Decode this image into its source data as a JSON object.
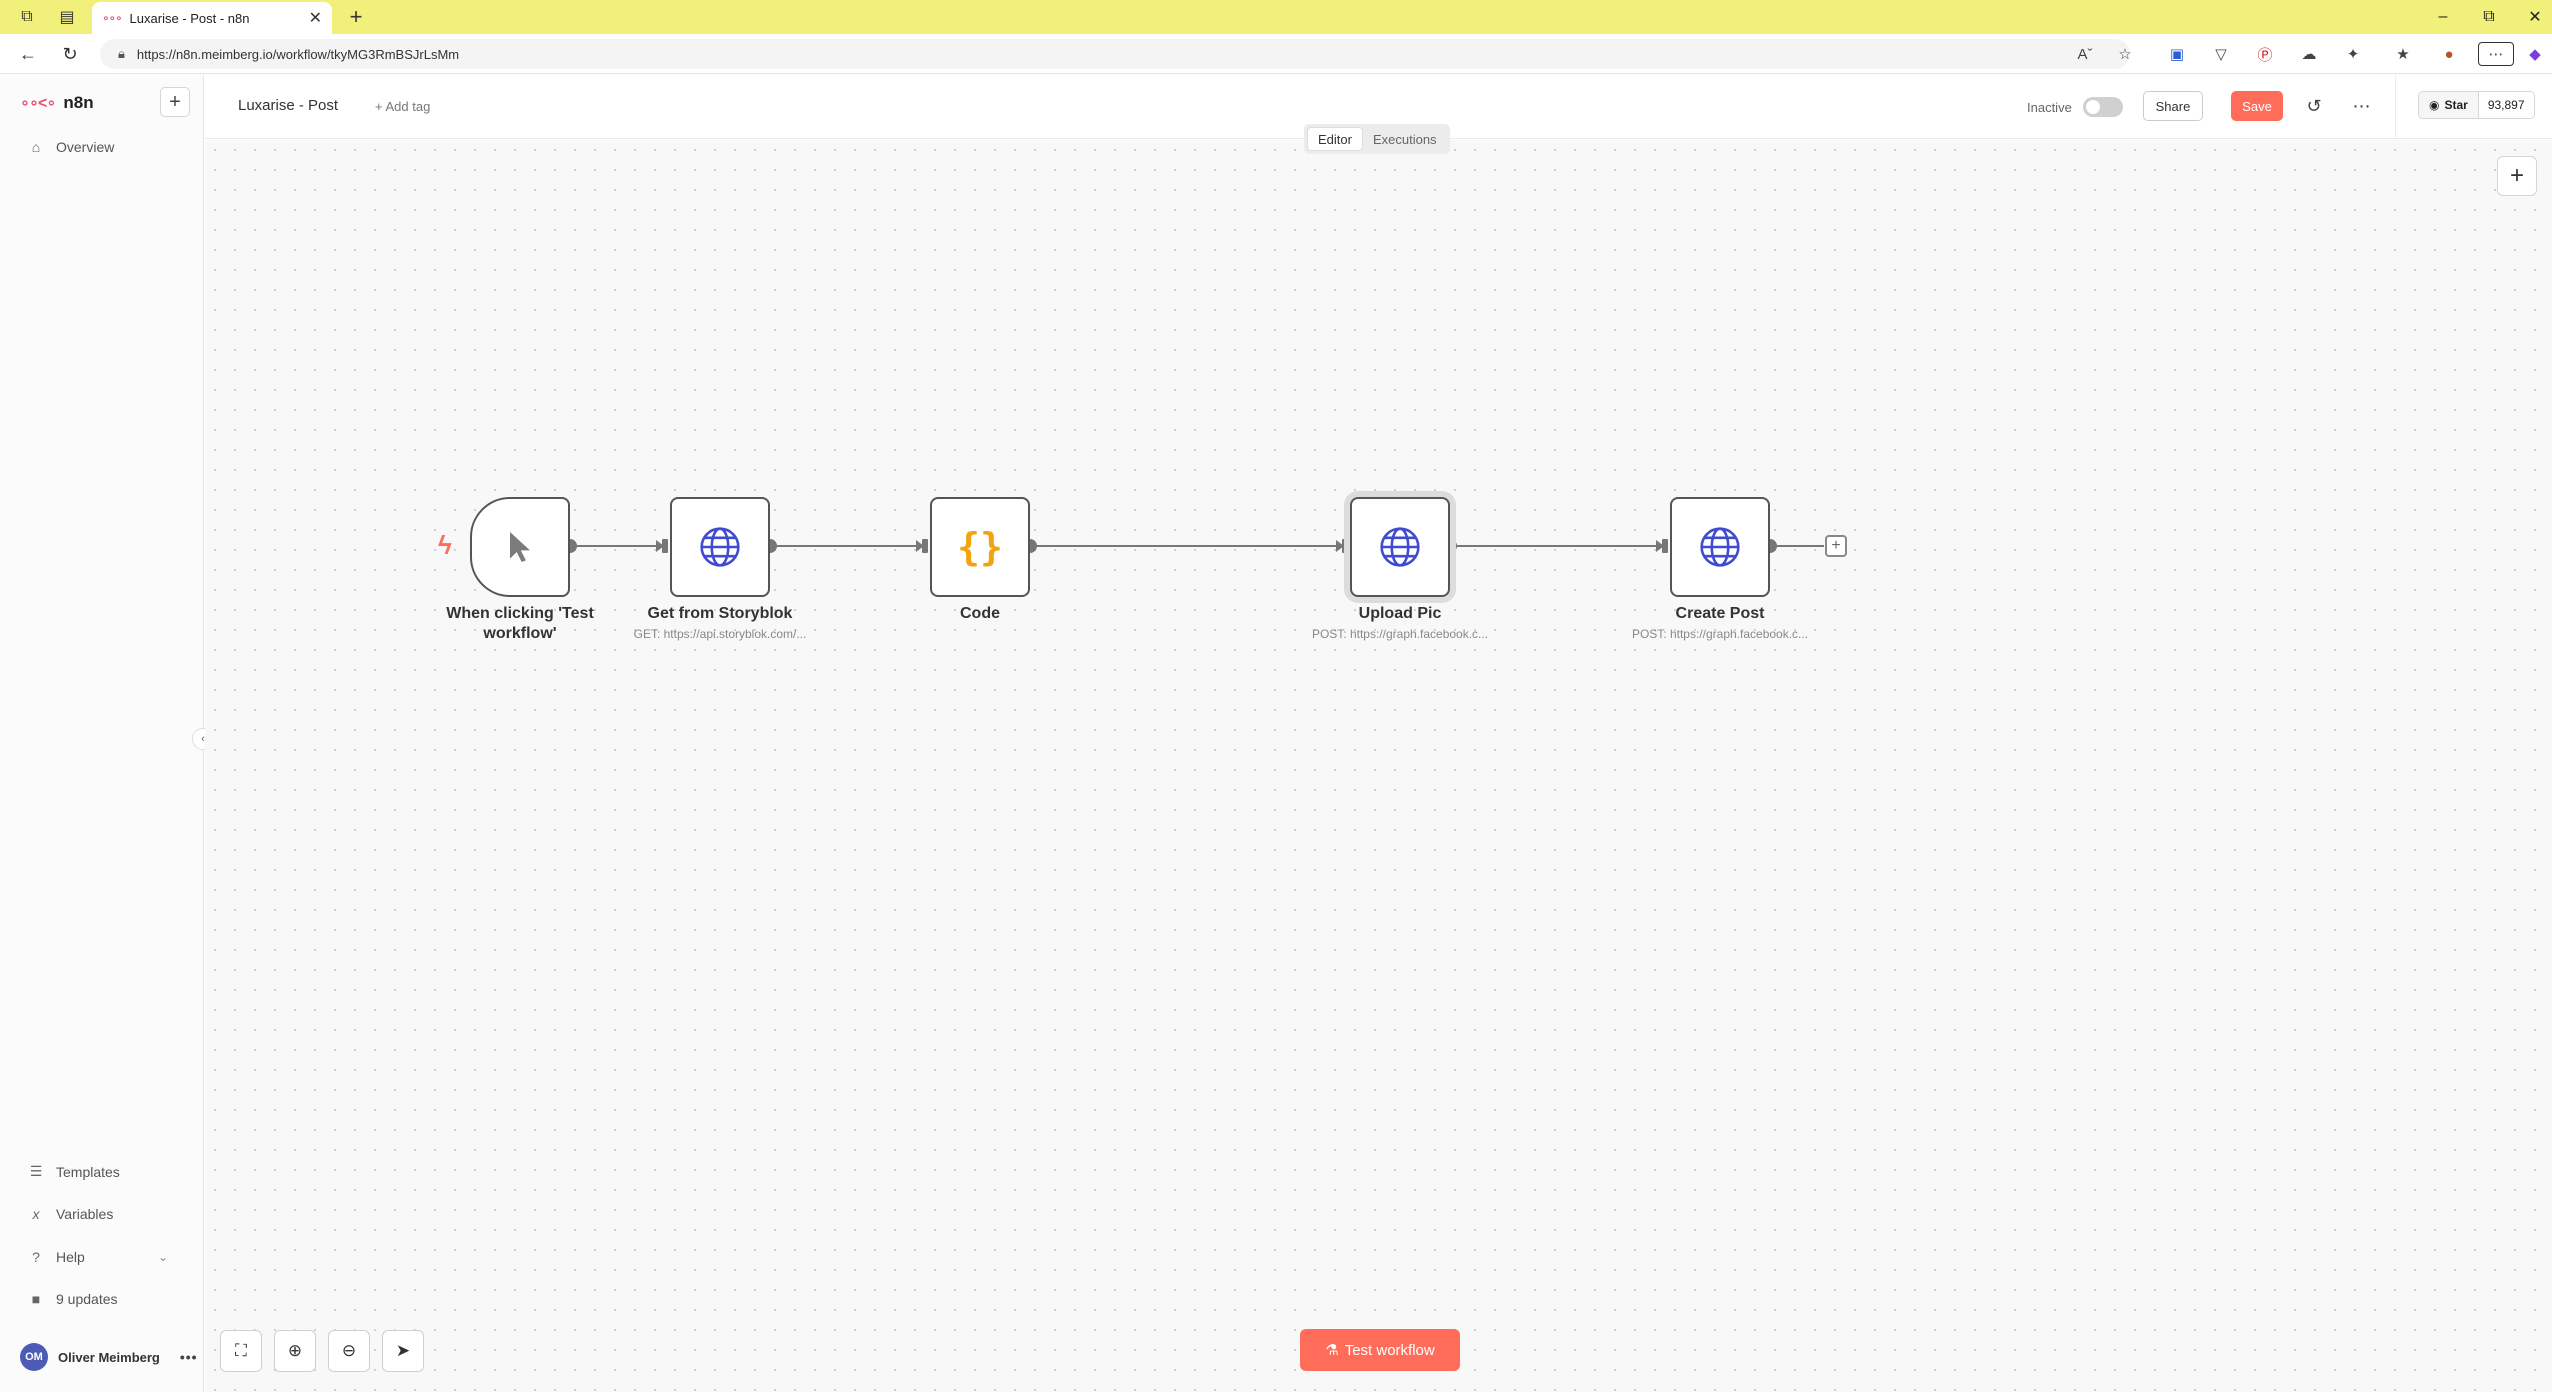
{
  "browser": {
    "tab_title": "Luxarise - Post - n8n",
    "favicon": "n8n-logo-icon",
    "url": "https://n8n.meimberg.io/workflow/tkyMG3RmBSJrLsMm"
  },
  "sidebar": {
    "brand": "n8n",
    "items": [
      {
        "label": "Overview",
        "icon": "home-icon"
      },
      {
        "label": "Templates",
        "icon": "template-icon"
      },
      {
        "label": "Variables",
        "icon": "variables-icon"
      },
      {
        "label": "Help",
        "icon": "help-icon"
      },
      {
        "label": "9 updates",
        "icon": "gift-icon"
      }
    ],
    "user": {
      "initials": "OM",
      "name": "Oliver Meimberg"
    }
  },
  "header": {
    "workflow_name": "Luxarise - Post",
    "add_tag": "+ Add tag",
    "status": "Inactive",
    "share_label": "Share",
    "save_label": "Save",
    "github_star": "Star",
    "github_count": "93,897",
    "tabs": [
      {
        "label": "Editor",
        "active": true
      },
      {
        "label": "Executions",
        "active": false
      }
    ]
  },
  "nodes": [
    {
      "title": "When clicking 'Test workflow'",
      "subtitle": "",
      "icon": "pointer-icon"
    },
    {
      "title": "Get from Storyblok",
      "subtitle": "GET: https://api.storyblok.com/...",
      "icon": "globe-icon"
    },
    {
      "title": "Code",
      "subtitle": "",
      "icon": "code-braces-icon"
    },
    {
      "title": "Upload Pic",
      "subtitle": "POST: https://graph.facebook.c...",
      "icon": "globe-icon"
    },
    {
      "title": "Create Post",
      "subtitle": "POST: https://graph.facebook.c...",
      "icon": "globe-icon"
    }
  ],
  "canvas": {
    "test_button": "Test workflow"
  },
  "colors": {
    "accent": "#ff6d5a",
    "brand": "#ea4b71",
    "globe": "#3f4bd0",
    "code": "#f2a30f"
  }
}
